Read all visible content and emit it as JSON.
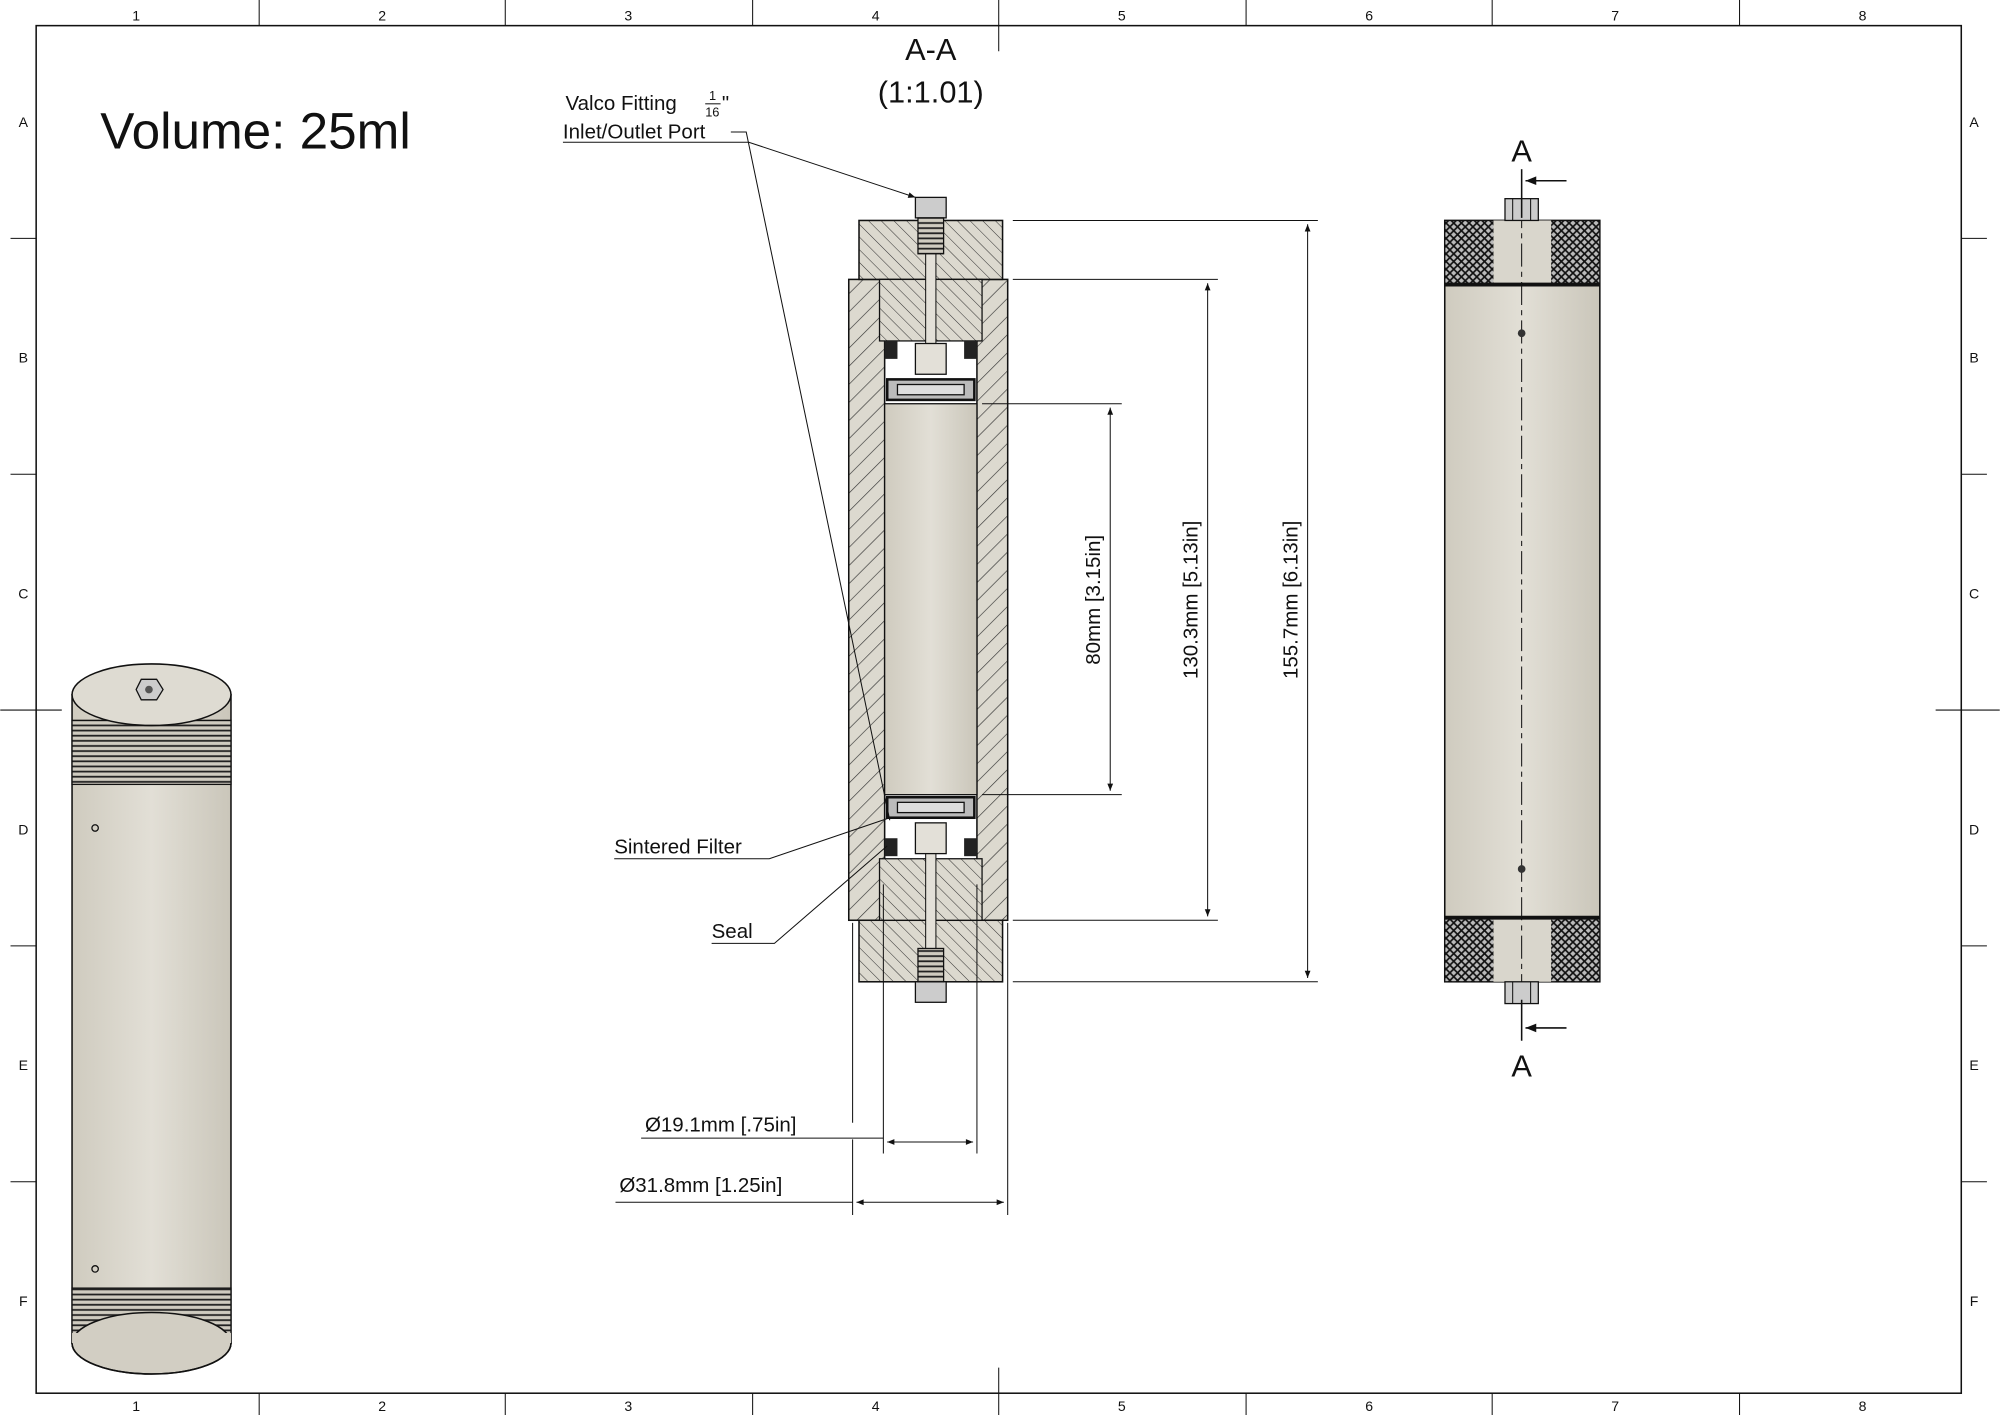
{
  "title": {
    "volume": "Volume: 25ml",
    "section_name": "A-A",
    "section_scale": "(1:1.01)"
  },
  "frame": {
    "columns": [
      "1",
      "2",
      "3",
      "4",
      "5",
      "6",
      "7",
      "8"
    ],
    "rows": [
      "A",
      "B",
      "C",
      "D",
      "E",
      "F"
    ]
  },
  "callouts": {
    "fitting_line1": "Valco Fitting",
    "fitting_frac_num": "1",
    "fitting_frac_den": "16",
    "fitting_inch": "\"",
    "fitting_line2": "Inlet/Outlet Port",
    "filter": "Sintered Filter",
    "seal": "Seal"
  },
  "dimensions": {
    "bore_length": "80mm [3.15in]",
    "body_length": "130.3mm [5.13in]",
    "overall_length": "155.7mm [6.13in]",
    "inner_diameter": "Ø19.1mm [.75in]",
    "outer_diameter": "Ø31.8mm [1.25in]"
  },
  "section_marker": {
    "top": "A",
    "bottom": "A"
  },
  "colors": {
    "metal": "#dcd9cf",
    "hatch": "#333333",
    "line": "#111111"
  }
}
